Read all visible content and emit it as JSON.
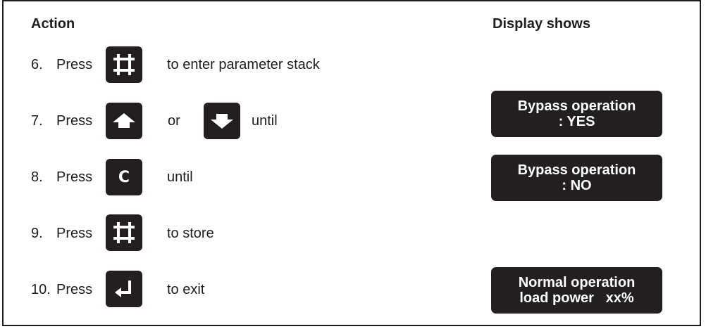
{
  "header": {
    "action": "Action",
    "display": "Display shows"
  },
  "steps": [
    {
      "num": "6.",
      "press": "Press",
      "key_icon": "parameter-stack-icon",
      "text": "to enter parameter stack"
    },
    {
      "num": "7.",
      "press": "Press",
      "key_icon": "arrow-up-icon",
      "or": "or",
      "key2_icon": "arrow-down-icon",
      "text": "until",
      "display": [
        "Bypass operation",
        ": YES"
      ]
    },
    {
      "num": "8.",
      "press": "Press",
      "key_icon": "c-key-icon",
      "key_label": "C",
      "text": "until",
      "display": [
        "Bypass operation",
        ": NO"
      ]
    },
    {
      "num": "9.",
      "press": "Press",
      "key_icon": "parameter-stack-icon",
      "text": "to store"
    },
    {
      "num": "10.",
      "press": "Press",
      "key_icon": "enter-icon",
      "text": "to exit",
      "display": [
        "Normal operation",
        "load power   xx%"
      ]
    }
  ],
  "colors": {
    "key_fill": "#231f20",
    "text": "#1e1e1e",
    "display_text": "#ffffff"
  }
}
